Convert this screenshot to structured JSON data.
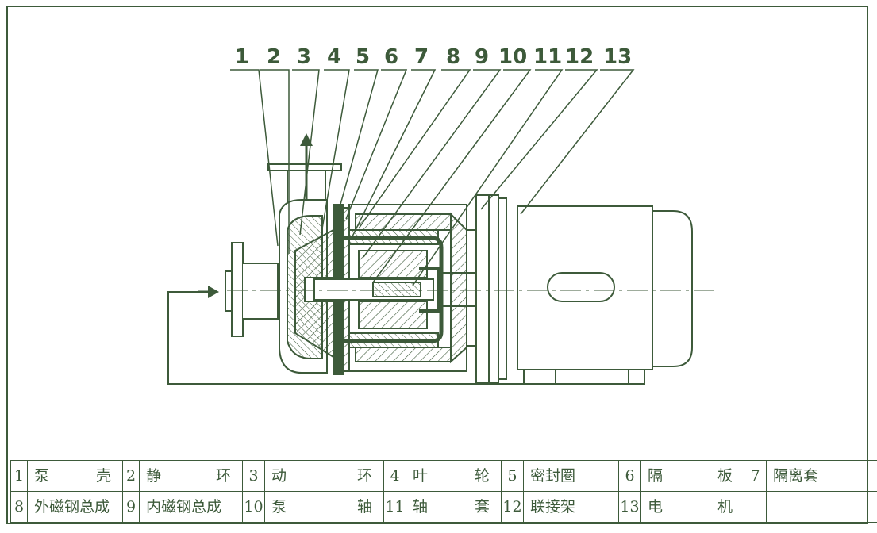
{
  "callouts": [
    "1",
    "2",
    "3",
    "4",
    "5",
    "6",
    "7",
    "8",
    "9",
    "10",
    "11",
    "12",
    "13"
  ],
  "colors": {
    "line": "#3d5a3a",
    "paper": "#ffffff"
  },
  "parts_table": {
    "rows": [
      [
        {
          "no": "1",
          "name": "泵　　壳"
        },
        {
          "no": "2",
          "name": "静　　环"
        },
        {
          "no": "3",
          "name": "动　环"
        },
        {
          "no": "4",
          "name": "叶　轮"
        },
        {
          "no": "5",
          "name": "密封圈"
        },
        {
          "no": "6",
          "name": "隔　板"
        },
        {
          "no": "7",
          "name": "隔离套"
        }
      ],
      [
        {
          "no": "8",
          "name": "外磁钢总成"
        },
        {
          "no": "9",
          "name": "内磁钢总成"
        },
        {
          "no": "10",
          "name": "泵　轴"
        },
        {
          "no": "11",
          "name": "轴　套"
        },
        {
          "no": "12",
          "name": "联接架"
        },
        {
          "no": "13",
          "name": "电　机"
        },
        {
          "no": "",
          "name": ""
        }
      ]
    ]
  }
}
